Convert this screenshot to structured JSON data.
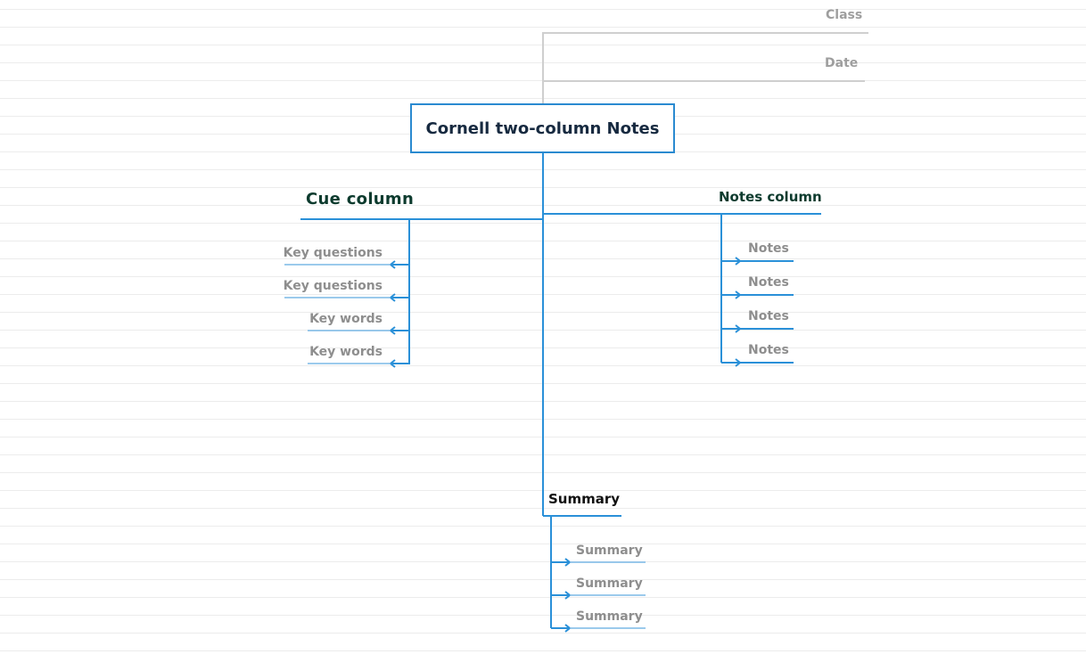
{
  "diagram": {
    "meta": {
      "class_label": "Class",
      "date_label": "Date"
    },
    "root": {
      "label": "Cornell two-column Notes"
    },
    "cue_column": {
      "label": "Cue column",
      "items": [
        {
          "label": "Key questions"
        },
        {
          "label": "Key questions"
        },
        {
          "label": "Key words"
        },
        {
          "label": "Key words"
        }
      ]
    },
    "notes_column": {
      "label": "Notes column",
      "items": [
        {
          "label": "Notes"
        },
        {
          "label": "Notes"
        },
        {
          "label": "Notes"
        },
        {
          "label": "Notes"
        }
      ]
    },
    "summary": {
      "label": "Summary",
      "items": [
        {
          "label": "Summary"
        },
        {
          "label": "Summary"
        },
        {
          "label": "Summary"
        }
      ]
    },
    "colors": {
      "connector": "#2a90d8",
      "leaf_underline": "#7ab8e6",
      "meta_line": "#cfcfcf",
      "notebook_rule": "#ececec"
    }
  }
}
